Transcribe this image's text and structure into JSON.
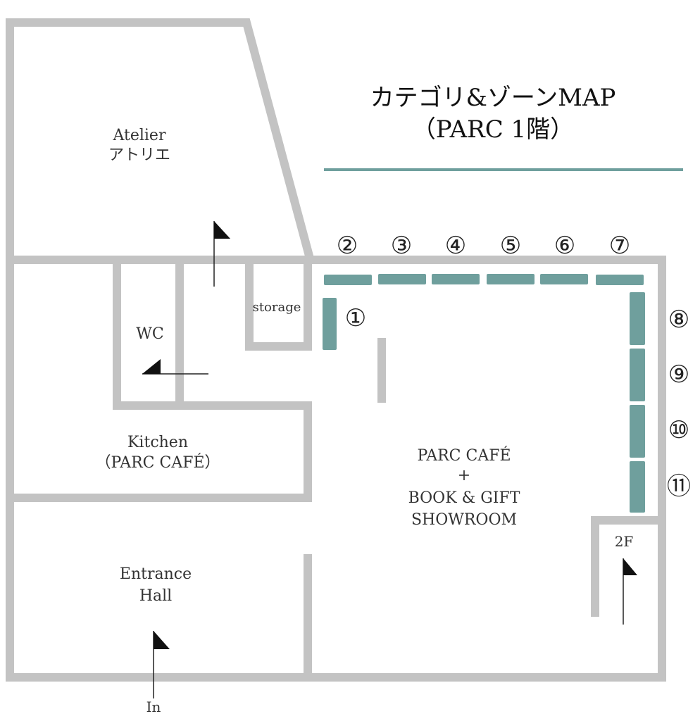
{
  "title": {
    "line1": "カテゴリ&ゾーンMAP",
    "line2": "（PARC 1階）",
    "accent_color": "#6f9f9d"
  },
  "rooms": {
    "atelier_en": "Atelier",
    "atelier_jp": "アトリエ",
    "wc": "WC",
    "storage": "storage",
    "kitchen_line1": "Kitchen",
    "kitchen_line2": "（PARC CAFÉ）",
    "main_line1": "PARC CAFÉ",
    "main_line2": "+",
    "main_line3": "BOOK & GIFT",
    "main_line4": "SHOWROOM",
    "entrance_line1": "Entrance",
    "entrance_line2": "Hall",
    "upstairs": "2F",
    "entry": "In"
  },
  "zones": [
    "①",
    "②",
    "③",
    "④",
    "⑤",
    "⑥",
    "⑦",
    "⑧",
    "⑨",
    "⑩",
    "⑪"
  ],
  "colors": {
    "wall": "#c3c3c3",
    "shelf": "#6f9f9d"
  }
}
